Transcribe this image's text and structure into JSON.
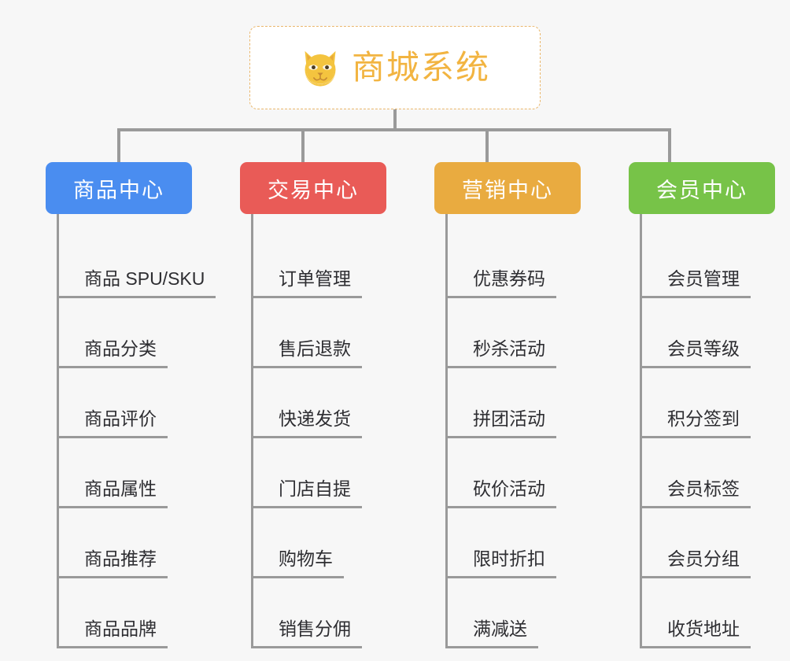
{
  "page": {
    "background_color": "#f7f7f7",
    "line_color": "#9a9a9a"
  },
  "root": {
    "title": "商城系统",
    "icon": "shiba-dog-icon",
    "text_color": "#f2b441",
    "border_color": "#eab76c",
    "background_color": "#ffffff"
  },
  "branches": [
    {
      "label": "商品中心",
      "color": "#4a8df0",
      "items": [
        "商品 SPU/SKU",
        "商品分类",
        "商品评价",
        "商品属性",
        "商品推荐",
        "商品品牌"
      ]
    },
    {
      "label": "交易中心",
      "color": "#e95b57",
      "items": [
        "订单管理",
        "售后退款",
        "快递发货",
        "门店自提",
        "购物车",
        "销售分佣"
      ]
    },
    {
      "label": "营销中心",
      "color": "#e9ab40",
      "items": [
        "优惠券码",
        "秒杀活动",
        "拼团活动",
        "砍价活动",
        "限时折扣",
        "满减送"
      ]
    },
    {
      "label": "会员中心",
      "color": "#77c348",
      "items": [
        "会员管理",
        "会员等级",
        "积分签到",
        "会员标签",
        "会员分组",
        "收货地址"
      ]
    }
  ]
}
